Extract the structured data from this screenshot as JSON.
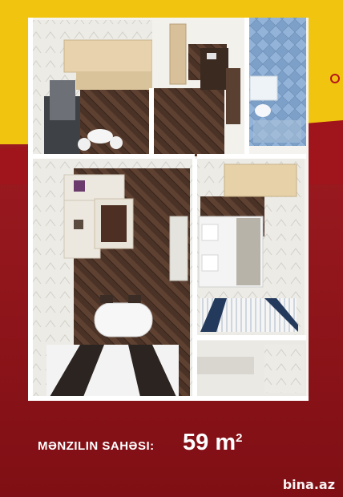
{
  "footer": {
    "area_label": "MƏNZILIN SAHƏSI:",
    "area_value": "59 m",
    "area_unit_sup": "2"
  },
  "watermark": "bina.az",
  "colors": {
    "accent_yellow": "#f1c40f",
    "background_red": "#8e1218",
    "text": "#ffffff"
  }
}
